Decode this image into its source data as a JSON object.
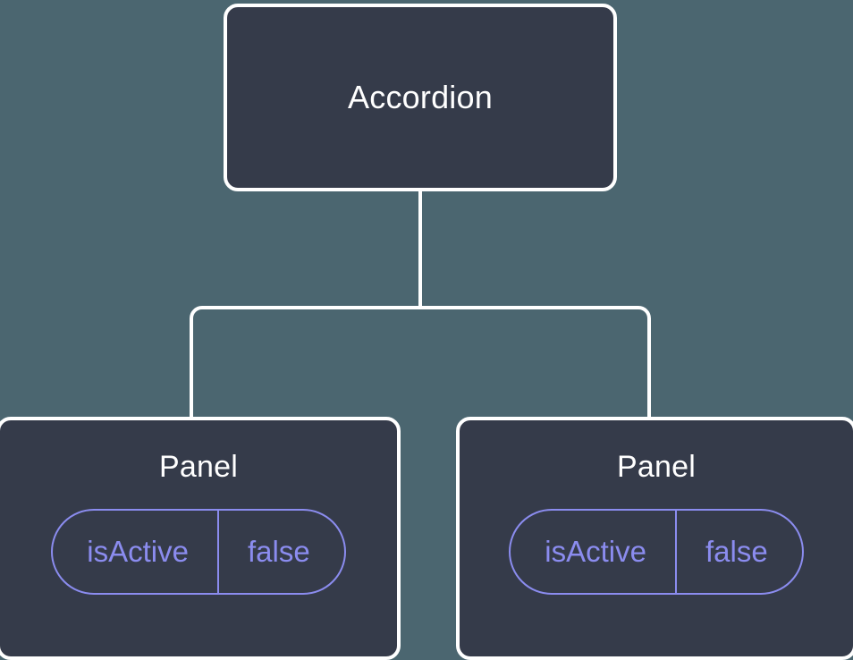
{
  "diagram": {
    "type": "component-tree",
    "background_color": "#4b6670",
    "node_fill_color": "#353b4a",
    "node_border_color": "#ffffff",
    "connector_color": "#ffffff",
    "pill_accent_color": "#8b8cef",
    "root": {
      "label": "Accordion"
    },
    "children": [
      {
        "label": "Panel",
        "state": {
          "key": "isActive",
          "value": "false"
        }
      },
      {
        "label": "Panel",
        "state": {
          "key": "isActive",
          "value": "false"
        }
      }
    ]
  }
}
